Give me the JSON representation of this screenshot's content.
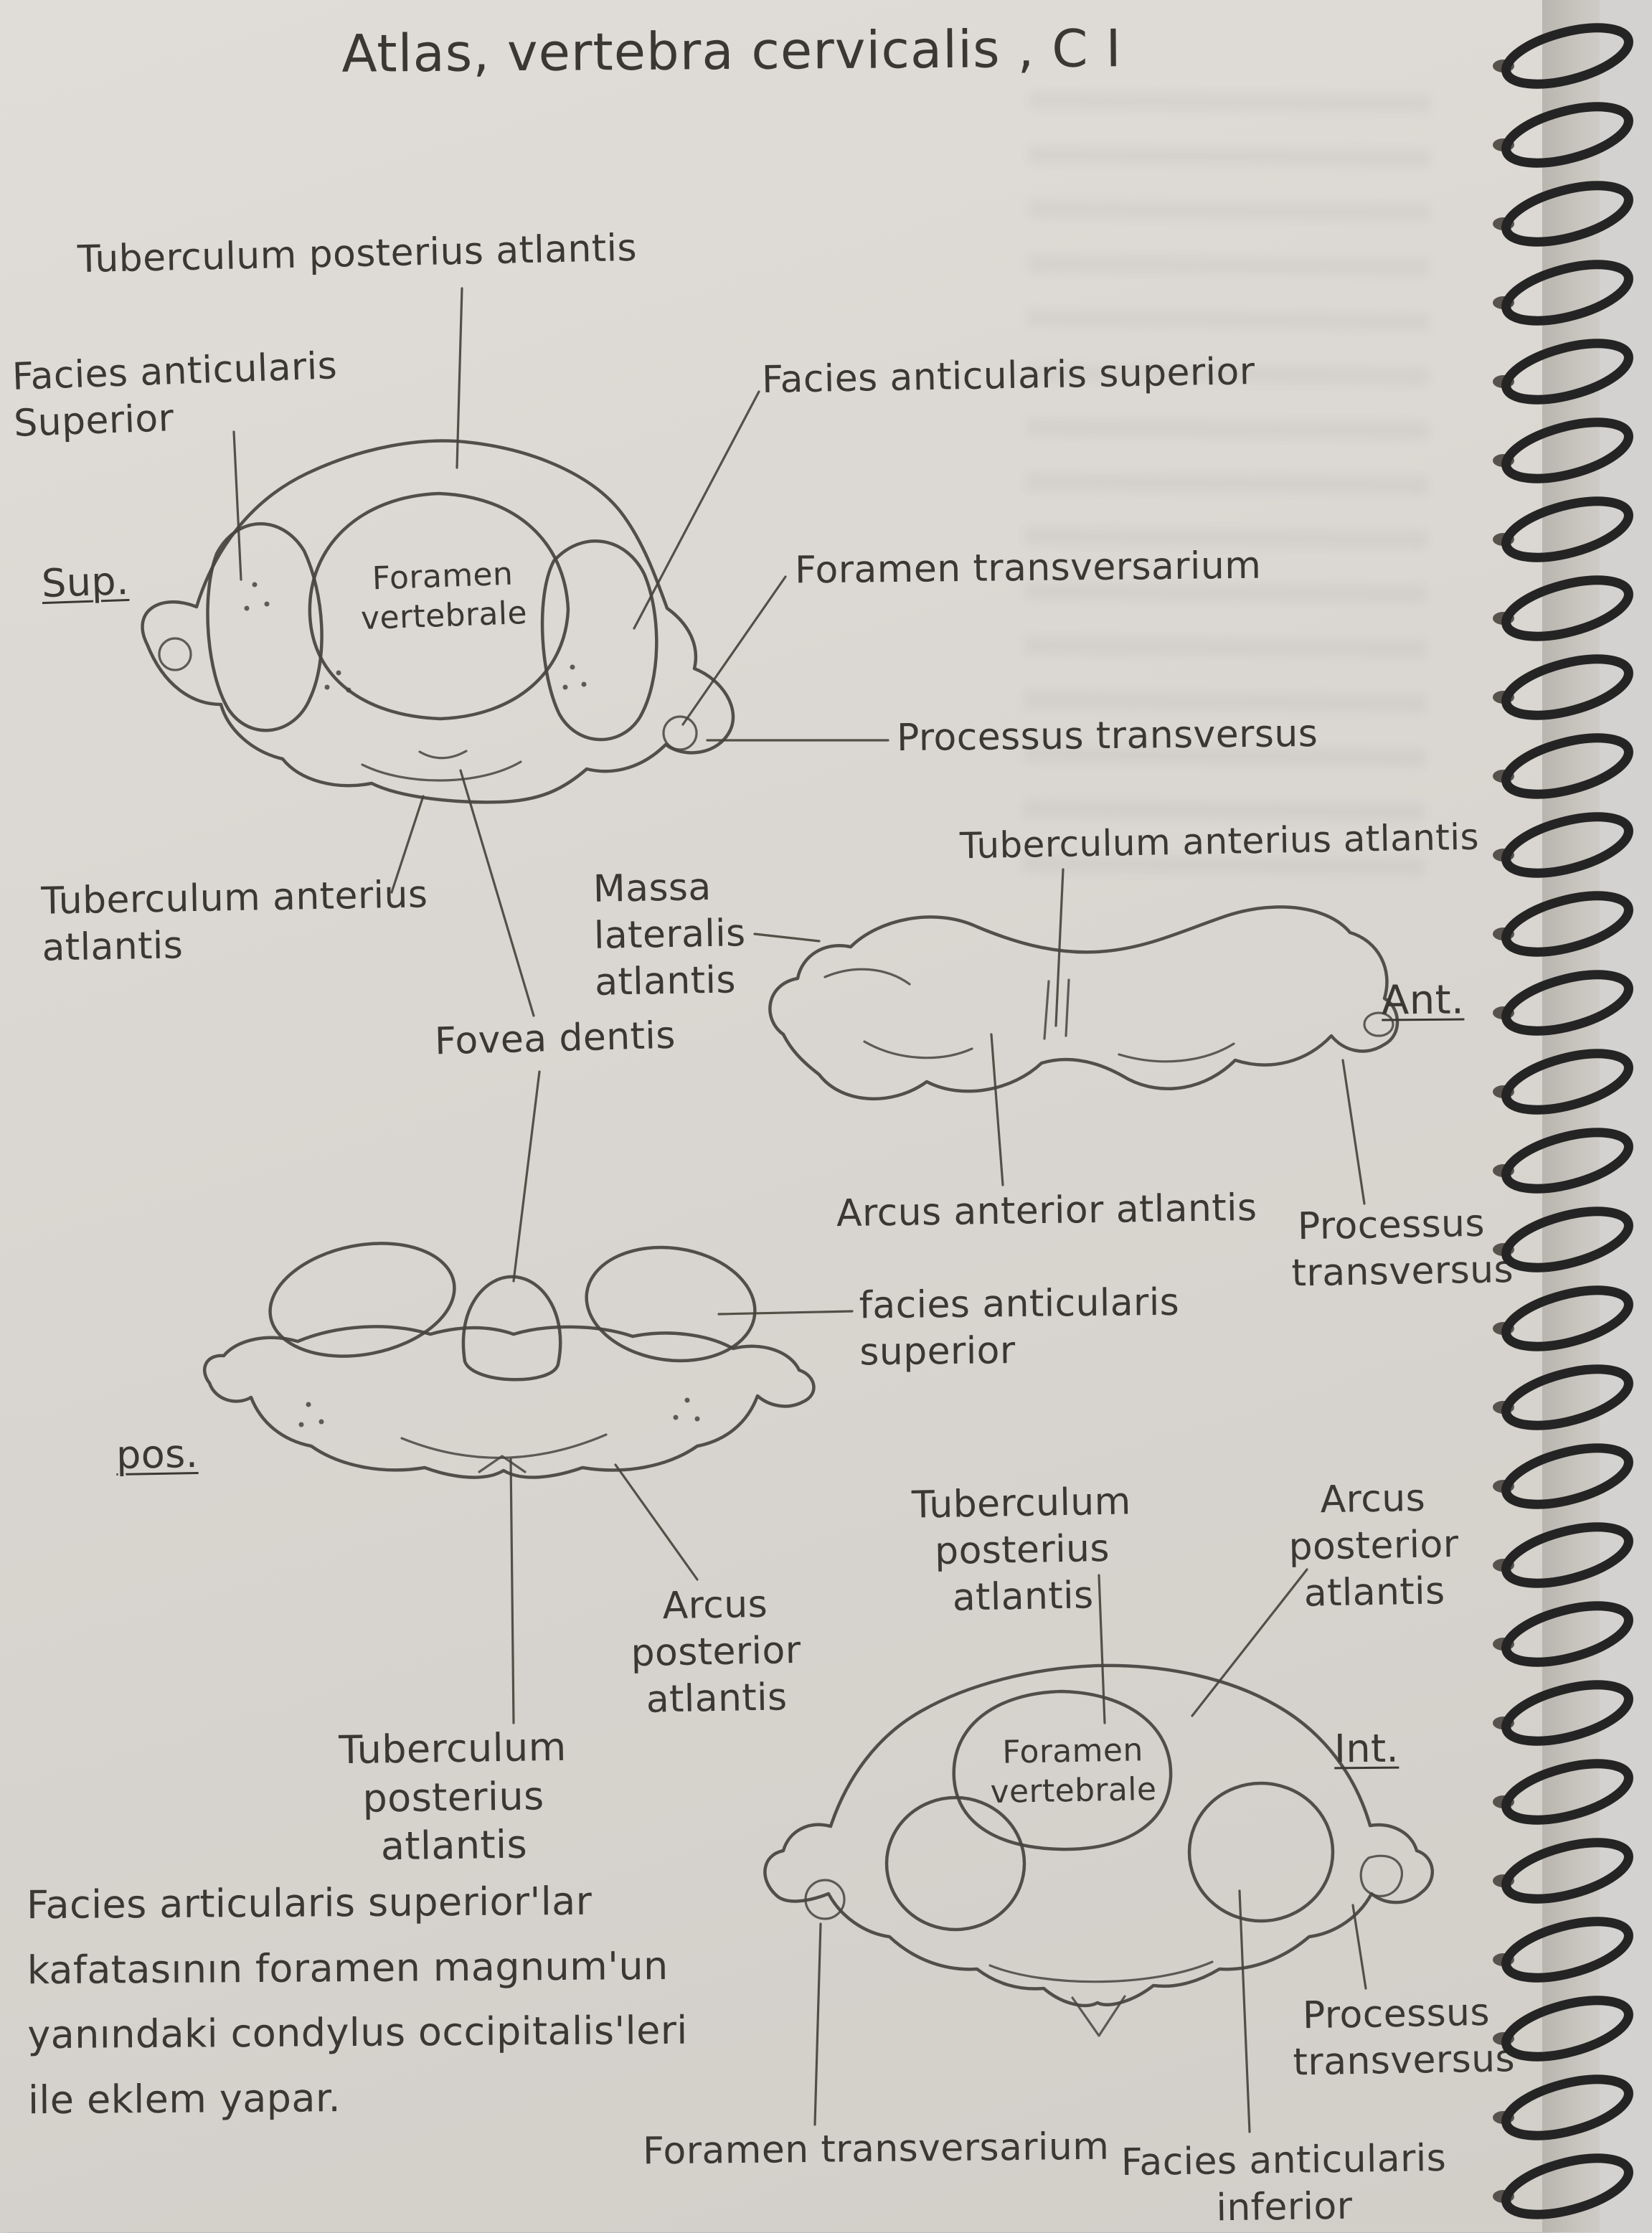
{
  "page": {
    "title": "Atlas, vertebra cervicalis , C I"
  },
  "superior_view": {
    "view_label": "Sup.",
    "labels": {
      "tuberculum_posterius": "Tuberculum posterius atlantis",
      "facies_articularis_left": "Facies anticularis\nSuperior",
      "facies_articularis_right": "Facies anticularis superior",
      "foramen_vertebrale": "Foramen\nvertebrale",
      "foramen_transversarium": "Foramen transversarium",
      "processus_transversus": "Processus transversus",
      "tuberculum_anterius": "Tuberculum anterius\natlantis",
      "fovea_dentis": "Fovea dentis"
    }
  },
  "anterior_view": {
    "view_label": "Ant.",
    "labels": {
      "tuberculum_anterius": "Tuberculum anterius atlantis",
      "massa_lateralis": "Massa\nlateralis\natlantis",
      "arcus_anterior": "Arcus anterior atlantis",
      "processus_transversus": "Processus\ntransversus"
    }
  },
  "posterior_view": {
    "view_label": "pos.",
    "labels": {
      "facies_articularis_superior": "facies anticularis\nsuperior",
      "arcus_posterior": "Arcus posterior\natlantis",
      "tuberculum_posterius": "Tuberculum posterius\natlantis"
    }
  },
  "inferior_view": {
    "view_label": "Int.",
    "labels": {
      "tuberculum_posterius": "Tuberculum posterius\natlantis",
      "arcus_posterior": "Arcus posterior\natlantis",
      "foramen_vertebrale": "Foramen\nvertebrale",
      "foramen_transversarium": "Foramen transversarium",
      "processus_transversus": "Processus\ntransversus",
      "facies_articularis_inferior": "Facies anticularis\ninferior"
    }
  },
  "note": {
    "text": "Facies articularis superior'lar\nkafatasının foramen magnum'un\nyanındaki condylus occipitalis'leri\nile eklem yapar."
  }
}
